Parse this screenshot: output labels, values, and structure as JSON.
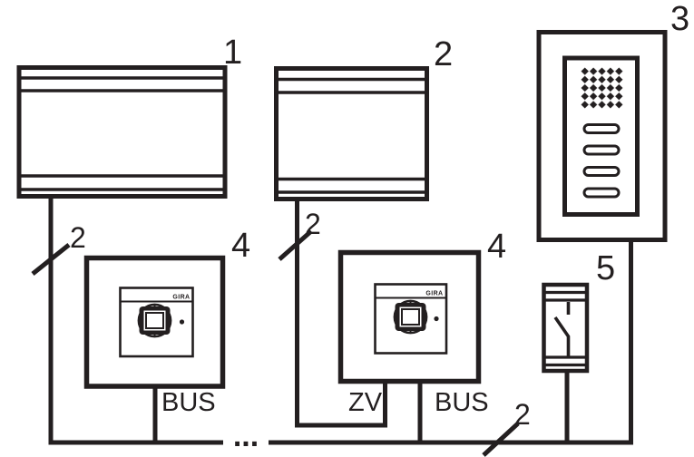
{
  "colors": {
    "ink": "#231f20",
    "background": "#ffffff"
  },
  "devices": {
    "device1": {
      "label": "1"
    },
    "device2": {
      "label": "2"
    },
    "door_station": {
      "label": "3"
    },
    "camera_left": {
      "label": "4",
      "brand": "GIRA",
      "terminal": "BUS"
    },
    "camera_middle": {
      "label": "4",
      "brand": "GIRA",
      "terminal_left": "ZV",
      "terminal_right": "BUS"
    },
    "actuator": {
      "label": "5"
    }
  },
  "cables": {
    "left": {
      "cores": "2"
    },
    "middle": {
      "cores": "2"
    },
    "bottom": {
      "cores": "2"
    }
  },
  "bus": {
    "continuation": "..."
  }
}
